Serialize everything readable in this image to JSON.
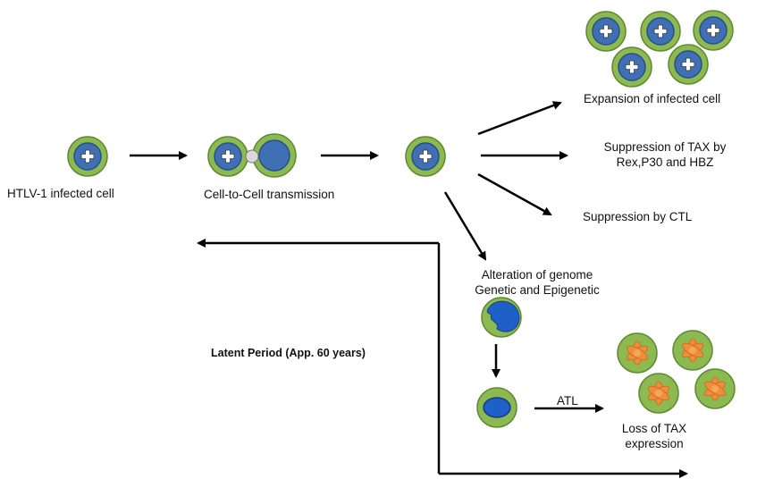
{
  "labels": {
    "infected_cell": "HTLV-1 infected cell",
    "cell_to_cell": "Cell-to-Cell transmission",
    "expansion": "Expansion of infected cell",
    "suppression_tax_line1": "Suppression of TAX by",
    "suppression_tax_line2": "Rex,P30 and HBZ",
    "suppression_ctl": "Suppression by CTL",
    "alteration_line1": "Alteration of genome",
    "alteration_line2": "Genetic and Epigenetic",
    "latent_period": "Latent Period (App. 60 years)",
    "atl": "ATL",
    "loss_tax_line1": "Loss of TAX",
    "loss_tax_line2": "expression"
  },
  "colors": {
    "cell_outer": "#8cba51",
    "cell_inner": "#3f6fb5",
    "cell_nucleus_ring": "#2b4f85",
    "contact_point": "#d9d9d9",
    "atl_flower": "#ee8d3a",
    "arrow": "#000000"
  }
}
